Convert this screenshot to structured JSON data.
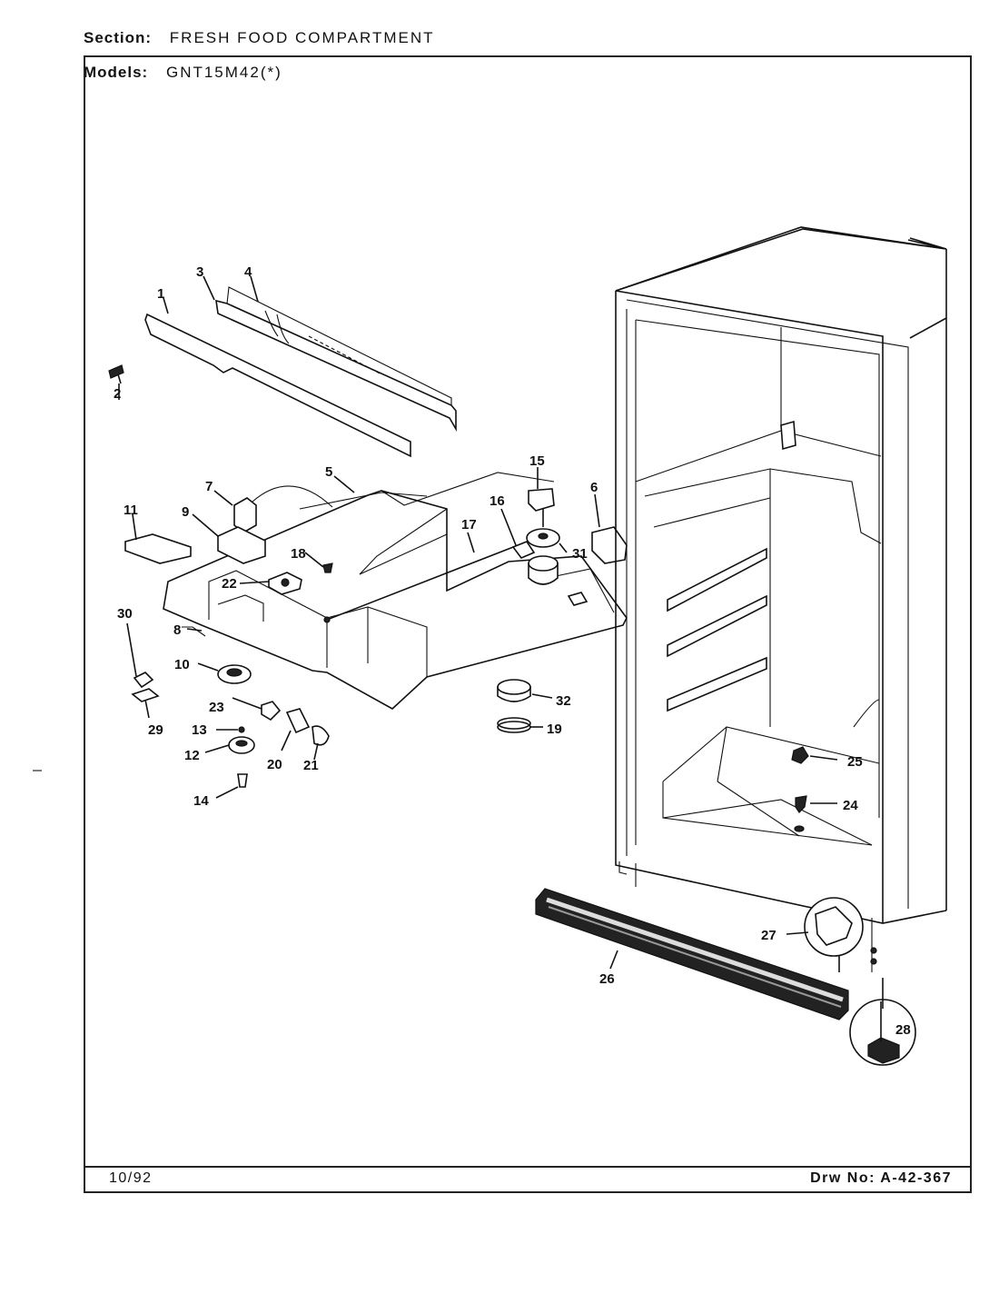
{
  "header": {
    "section_label": "Section:",
    "section_value": "FRESH FOOD COMPARTMENT",
    "models_label": "Models:",
    "models_value": "GNT15M42(*)"
  },
  "footer": {
    "date": "10/92",
    "drawing_number": "Drw No: A-42-367"
  },
  "callouts": {
    "c1": "1",
    "c2": "2",
    "c3": "3",
    "c4": "4",
    "c5": "5",
    "c6": "6",
    "c7": "7",
    "c8": "8",
    "c9": "9",
    "c10": "10",
    "c11": "11",
    "c12": "12",
    "c13": "13",
    "c14": "14",
    "c15": "15",
    "c16": "16",
    "c17": "17",
    "c18": "18",
    "c19": "19",
    "c20": "20",
    "c21": "21",
    "c22": "22",
    "c23": "23",
    "c24": "24",
    "c25": "25",
    "c26": "26",
    "c27": "27",
    "c28": "28",
    "c29": "29",
    "c30": "30",
    "c31": "31",
    "c32": "32"
  }
}
